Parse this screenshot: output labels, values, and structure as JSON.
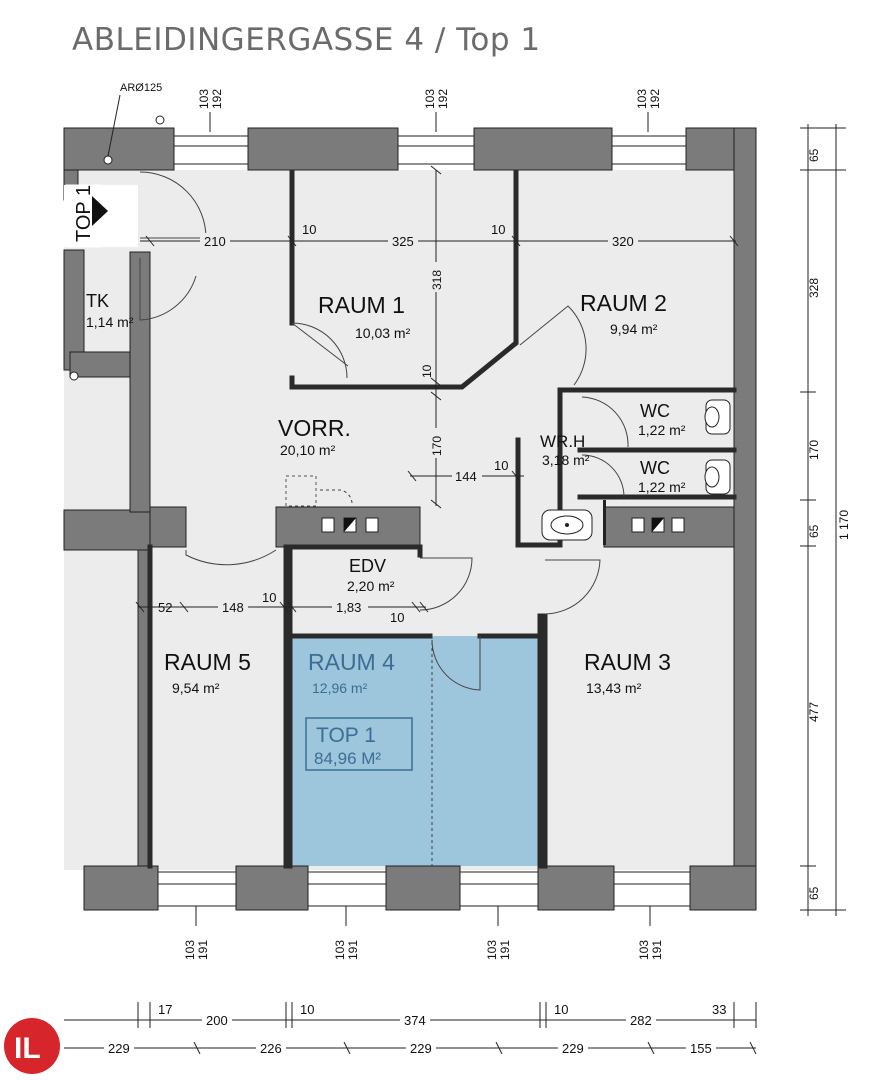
{
  "title": "ABLEIDINGERGASSE 4 / Top 1",
  "pipe_label": "ARØ125",
  "entrance_label": "TOP 1",
  "rooms": {
    "raum1": {
      "name": "RAUM  1",
      "area": "10,03 m²"
    },
    "raum2": {
      "name": "RAUM  2",
      "area": "9,94 m²"
    },
    "raum3": {
      "name": "RAUM  3",
      "area": "13,43 m²"
    },
    "raum4": {
      "name": "RAUM  4",
      "area": "12,96 m²"
    },
    "raum5": {
      "name": "RAUM  5",
      "area": "9,54 m²"
    },
    "vorr": {
      "name": "VORR.",
      "area": "20,10 m²"
    },
    "tk": {
      "name": "TK",
      "area": "1,14 m²"
    },
    "edv": {
      "name": "EDV",
      "area": "2,20 m²"
    },
    "wrh": {
      "name": "WR.H",
      "area": "3,18 m²"
    },
    "wc1": {
      "name": "WC",
      "area": "1,22 m²"
    },
    "wc2": {
      "name": "WC",
      "area": "1,22 m²"
    }
  },
  "unit_box": {
    "name": "TOP  1",
    "area": "84,96 M²"
  },
  "highlight_color": "#9dc5dc",
  "dims": {
    "top_window_a": "103",
    "top_window_b": "192",
    "bottom_window_a": "103",
    "bottom_window_b": "191",
    "upper_row": [
      "210",
      "10",
      "325",
      "10",
      "320"
    ],
    "mid_row": [
      "144",
      "10"
    ],
    "lower_row": [
      "52",
      "148",
      "10",
      "1,83",
      "10"
    ],
    "v_318": "318",
    "v_10a": "10",
    "v_170": "170",
    "right_col": [
      "65",
      "328",
      "170",
      "65",
      "477",
      "65"
    ],
    "right_total": "1 170",
    "bottom_row1": [
      "17",
      "200",
      "10",
      "374",
      "10",
      "282",
      "33"
    ],
    "bottom_row2": [
      "229",
      "226",
      "229",
      "229",
      "155"
    ]
  },
  "logo_text": "IL"
}
